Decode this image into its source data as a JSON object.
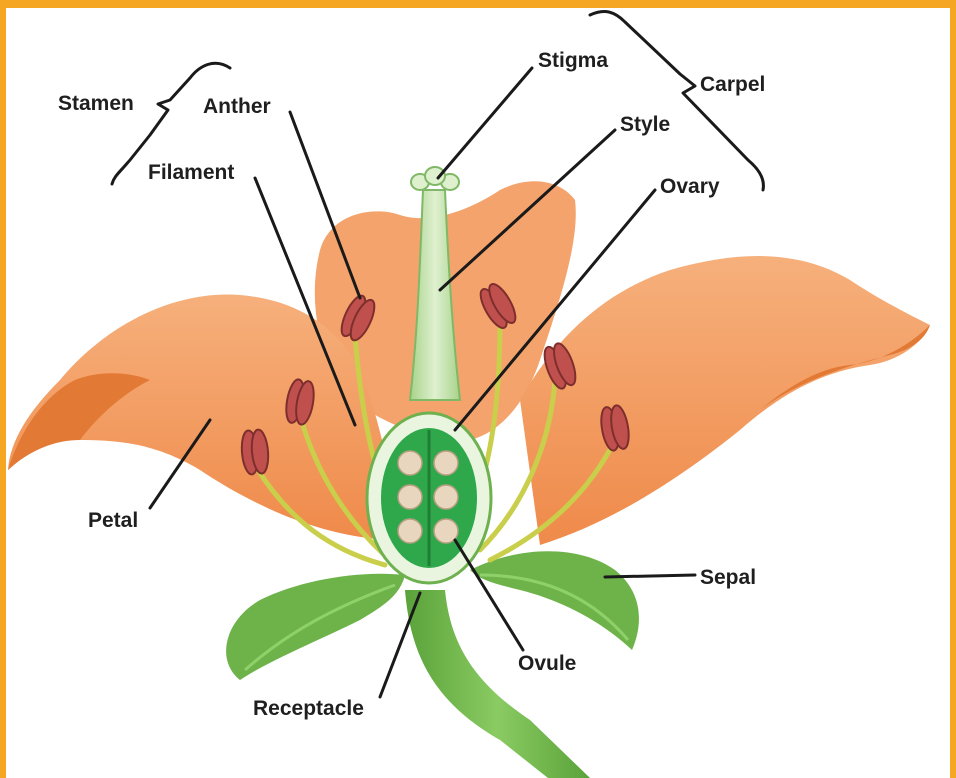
{
  "labels": {
    "stamen": "Stamen",
    "anther": "Anther",
    "filament": "Filament",
    "stigma": "Stigma",
    "style": "Style",
    "carpel": "Carpel",
    "ovary": "Ovary",
    "petal": "Petal",
    "sepal": "Sepal",
    "ovule": "Ovule",
    "receptacle": "Receptacle"
  },
  "colors": {
    "border": "#f5a623",
    "petal": "#f39a5e",
    "petal_dark": "#e07a38",
    "stem": "#6db34a",
    "ovary_green": "#2ea84a",
    "anther": "#c0504d",
    "filament": "#d9dd6a"
  }
}
